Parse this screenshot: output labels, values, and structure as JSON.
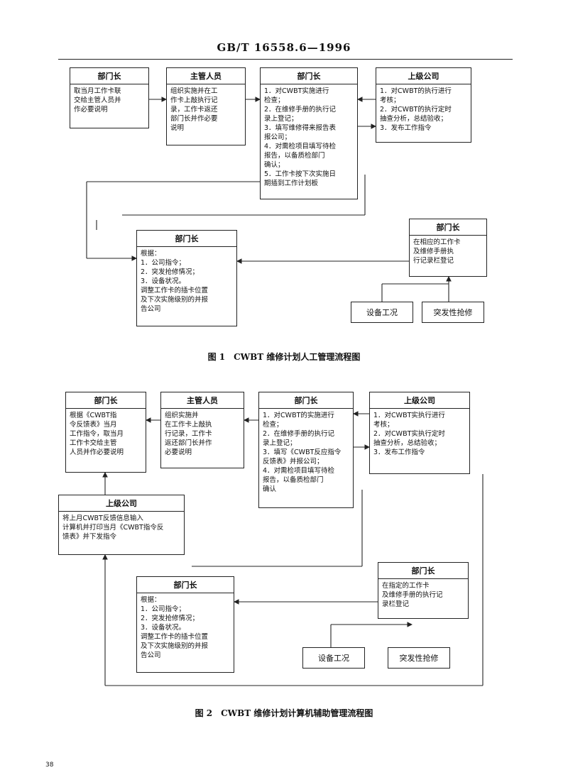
{
  "header": {
    "standard": "GB/T 16558.6—1996"
  },
  "figure1": {
    "caption": "图 1　CWBT 维修计划人工管理流程图",
    "box_a": {
      "title": "部门长",
      "lines": [
        "取当月工作卡联",
        "交给主管人员并",
        "作必要说明"
      ]
    },
    "box_b": {
      "title": "主管人员",
      "lines": [
        "组织实施并在工",
        "作卡上敲执行记",
        "录，工作卡返还",
        "部门长并作必要",
        "说明"
      ]
    },
    "box_c": {
      "title": "部门长",
      "lines": [
        "1．对CWBT实施进行",
        "  检查；",
        "2．在维修手册的执行记",
        "  录上登记；",
        "3．填写维修得来报告表",
        "  报公司；",
        "4．对需检项目填写待检",
        "  报告，以备质检部门",
        "  确认；",
        "5．工作卡按下次实施日",
        "  期插到工作计划板"
      ]
    },
    "box_d": {
      "title": "上级公司",
      "lines": [
        "1．对CWBT的执行进行",
        "  考核；",
        "2．对CWBT的执行定时",
        "  抽查分析，总结验收；",
        "3．发布工作指令"
      ]
    },
    "box_e": {
      "title": "部门长",
      "lines": [
        "根据：",
        "    1．公司指令；",
        "    2．突发抢修情况；",
        "    3．设备状况。",
        "调整工作卡的插卡位置",
        "及下次实施级别的并报",
        "告公司"
      ]
    },
    "box_f": {
      "title": "部门长",
      "lines": [
        "在相应的工作卡",
        "及维修手册执",
        "行记录栏登记"
      ]
    },
    "equip": "设备工况",
    "sudden": "突发性抢修"
  },
  "figure2": {
    "caption": "图 2　CWBT 维修计划计算机辅助管理流程图",
    "box_a": {
      "title": "部门长",
      "lines": [
        "根据《CWBT指",
        "令反馈表》当月",
        "工作指令，取当月",
        "工作卡交给主管",
        "人员并作必要说明"
      ]
    },
    "box_b": {
      "title": "主管人员",
      "lines": [
        "组织实施并",
        "在工作卡上敲执",
        "行记录，工作卡",
        "返还部门长并作",
        "必要说明"
      ]
    },
    "box_c": {
      "title": "部门长",
      "lines": [
        "1．对CWBT的实施进行",
        "  检查；",
        "2．在维修手册的执行记",
        "  录上登记；",
        "3．填写《CWBT反应指令",
        "  反馈表》并报公司；",
        "4．对需检项目填写待检",
        "  报告，以备质检部门",
        "  确认"
      ]
    },
    "box_d": {
      "title": "上级公司",
      "lines": [
        "1．对CWBT实执行进行",
        "  考核；",
        "2．对CWBT实执行定时",
        "  抽查分析，总结验收；",
        "3．发布工作指令"
      ]
    },
    "box_g": {
      "title": "上级公司",
      "lines": [
        "将上月CWBT反馈信息输入",
        "计算机并打印当月《CWBT指令反",
        "馈表》并下发指令"
      ]
    },
    "box_e": {
      "title": "部门长",
      "lines": [
        "根据：",
        "    1．公司指令；",
        "    2．突发抢修情况；",
        "    3．设备状况。",
        "调整工作卡的插卡位置",
        "及下次实施级别的并报",
        "告公司"
      ]
    },
    "box_f": {
      "title": "部门长",
      "lines": [
        "在指定的工作卡",
        "及维修手册的执行记",
        "录栏登记"
      ]
    },
    "equip": "设备工况",
    "sudden": "突发性抢修"
  },
  "page_number": "38"
}
